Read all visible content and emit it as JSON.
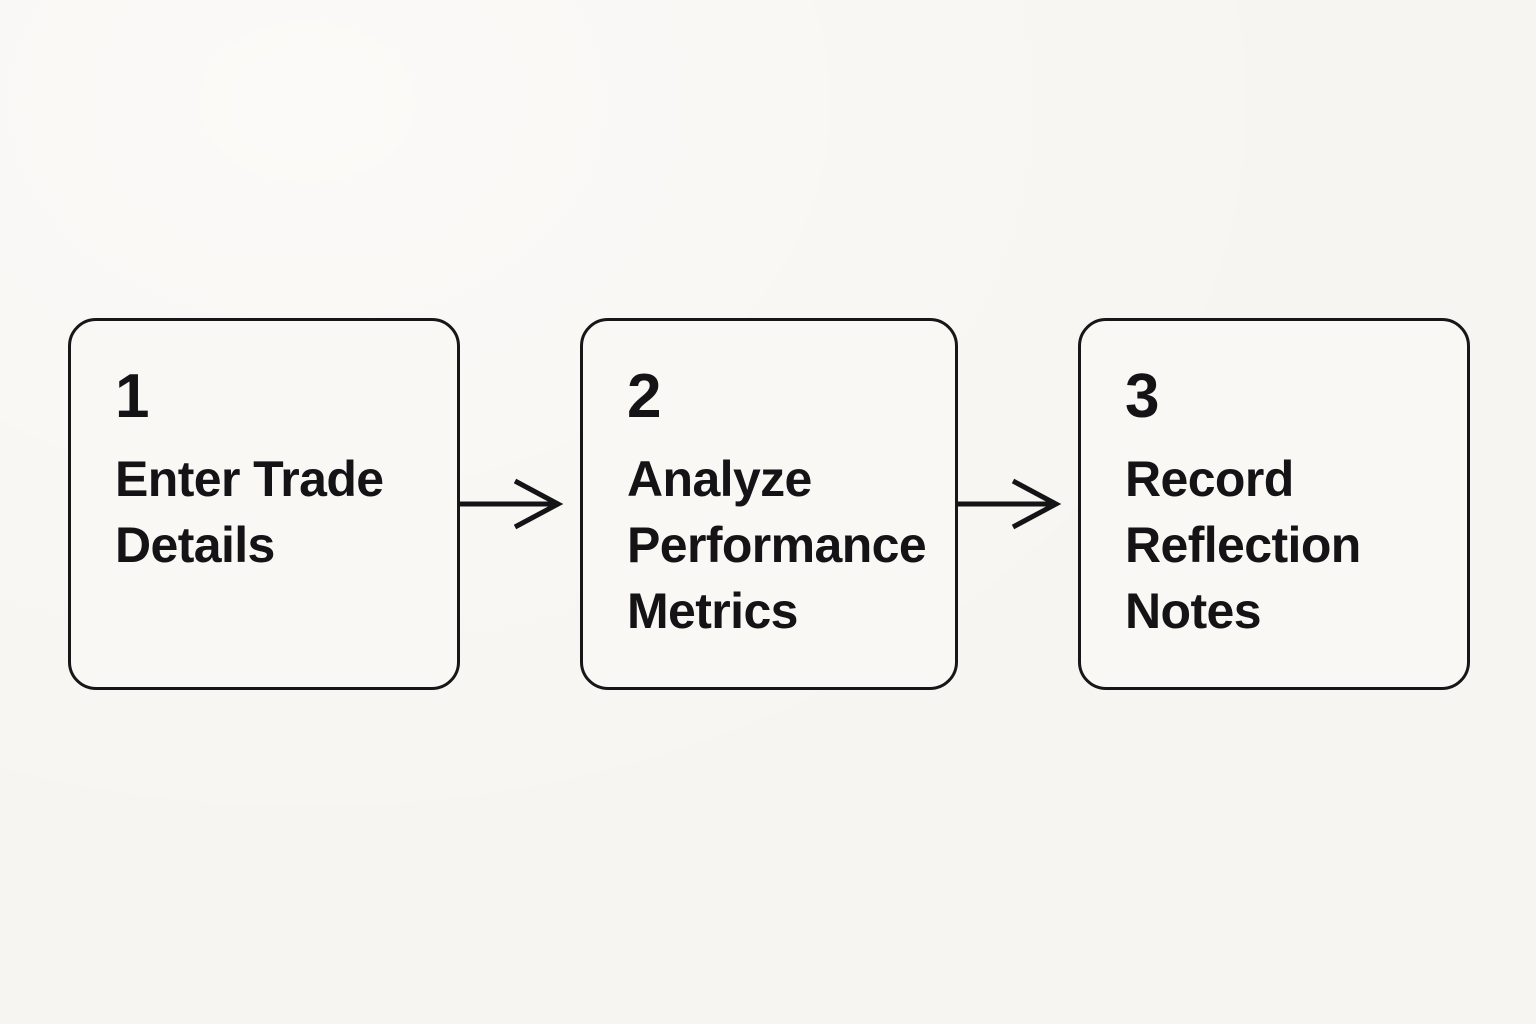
{
  "diagram": {
    "type": "flowchart",
    "direction": "left-to-right",
    "steps": [
      {
        "number": "1",
        "label": "Enter Trade Details"
      },
      {
        "number": "2",
        "label": "Analyze Performance Metrics"
      },
      {
        "number": "3",
        "label": "Record Reflection Notes"
      }
    ],
    "connectors": [
      {
        "from": "1",
        "to": "2",
        "style": "arrow-right"
      },
      {
        "from": "2",
        "to": "3",
        "style": "arrow-right"
      }
    ]
  },
  "colors": {
    "background": "#f7f5f1",
    "box_fill": "#faf8f4",
    "border": "#17171a",
    "text": "#141417",
    "arrow": "#141417"
  }
}
